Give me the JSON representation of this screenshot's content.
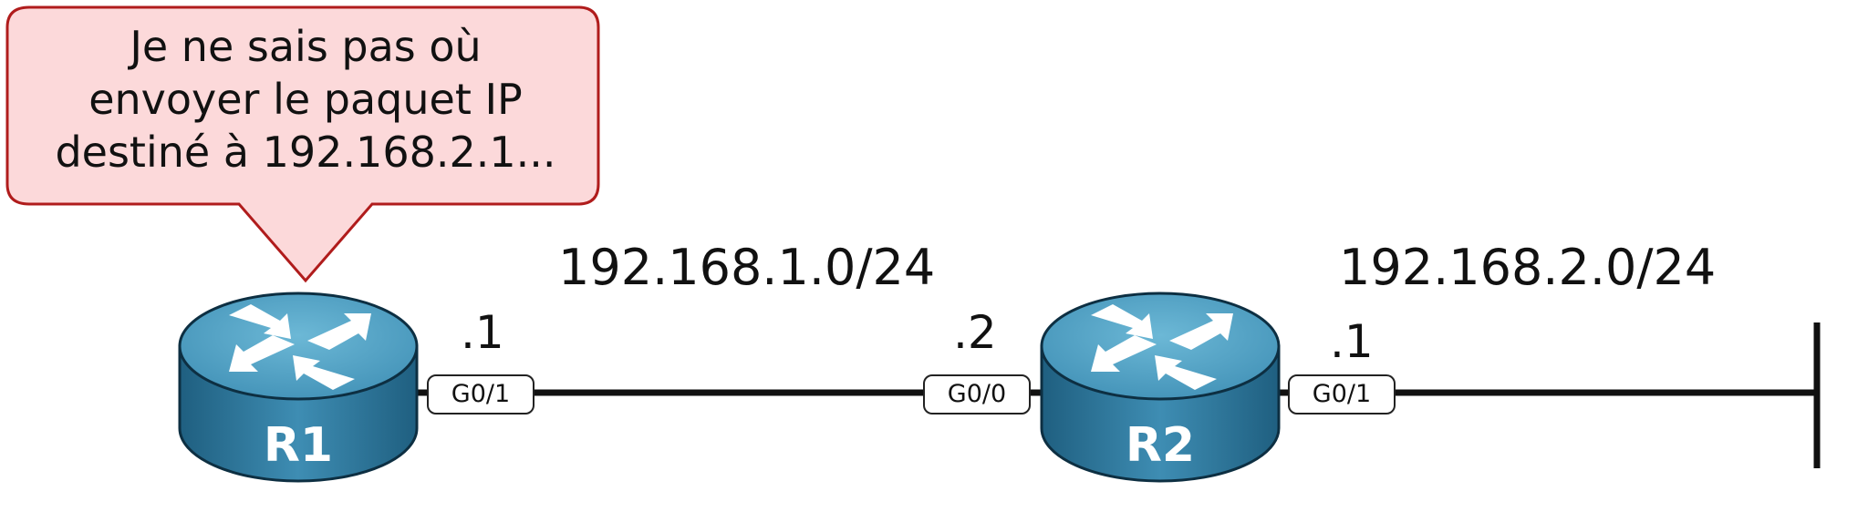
{
  "bubble": {
    "lines": [
      "Je ne sais pas où",
      "envoyer le paquet IP",
      "destiné à 192.168.2.1..."
    ],
    "fill_color": "#fcd9da",
    "border_color": "#b01c1c"
  },
  "networks": {
    "left": "192.168.1.0/24",
    "right": "192.168.2.0/24"
  },
  "routers": {
    "r1": {
      "name": "R1",
      "interface": "G0/1",
      "host_id": ".1"
    },
    "r2": {
      "name": "R2",
      "interface_left": "G0/0",
      "host_id_left": ".2",
      "interface_right": "G0/1",
      "host_id_right": ".1"
    }
  },
  "colors": {
    "router_top": "#4a9ec0",
    "router_body": "#3a84a8",
    "link": "#111111"
  },
  "icons": [
    "router-icon",
    "segment-terminator-icon",
    "speech-bubble-icon"
  ]
}
